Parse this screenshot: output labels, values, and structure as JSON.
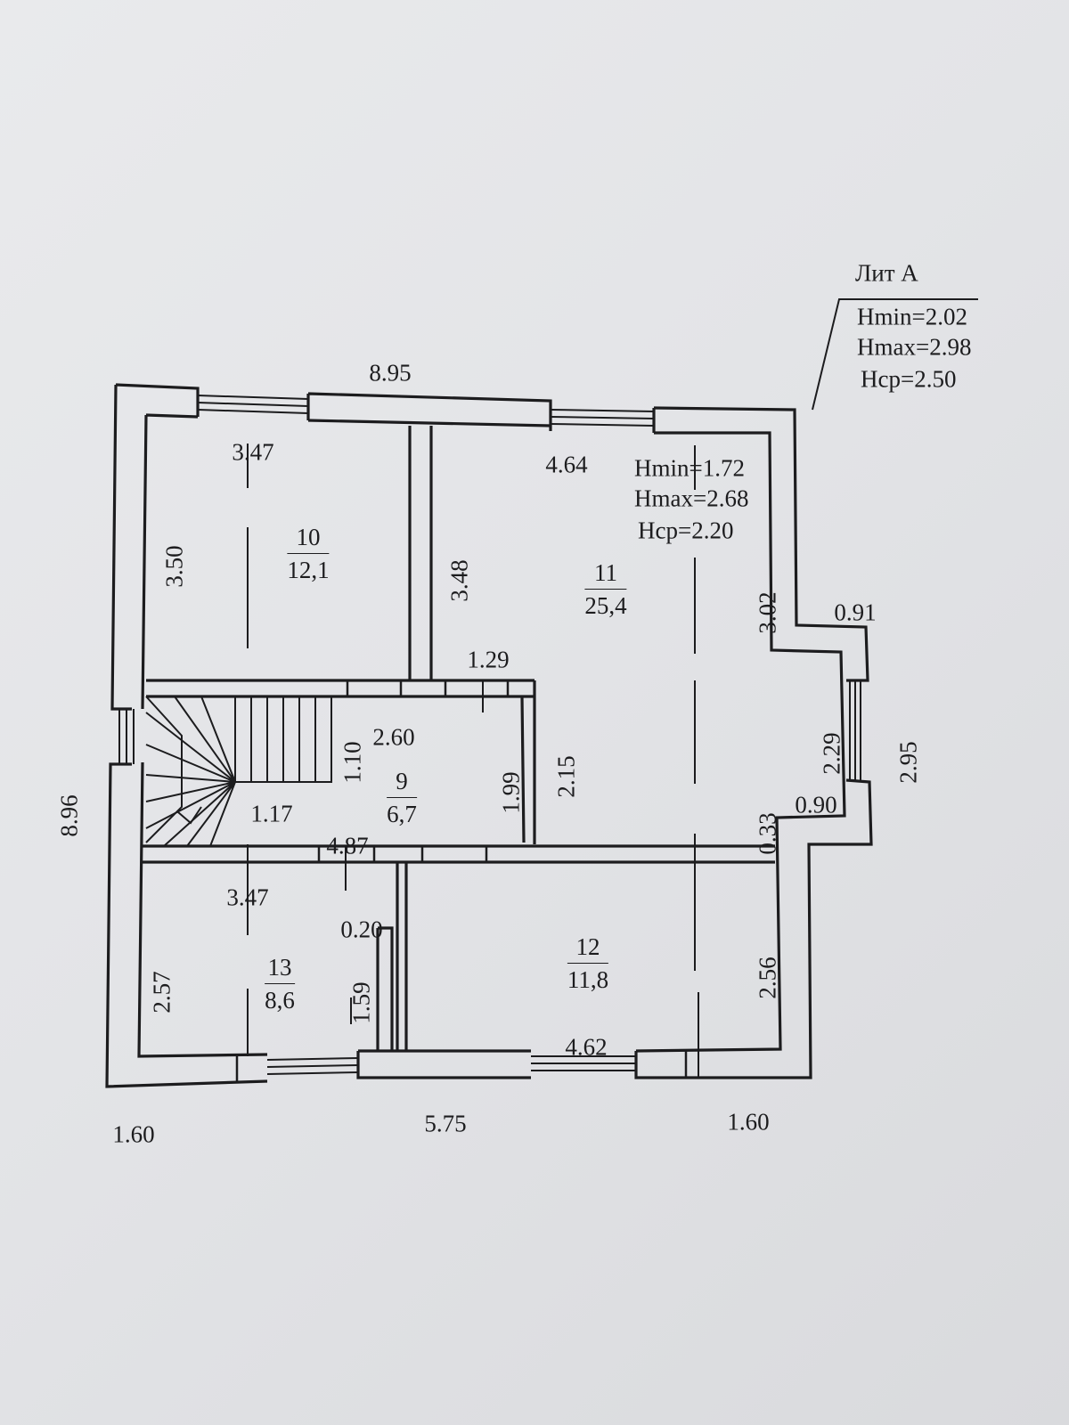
{
  "lit": {
    "title": "Лит А",
    "hmin": "Hmin=2.02",
    "hmax": "Hmax=2.98",
    "hcp": "Hср=2.50"
  },
  "room11_heights": {
    "hmin": "Hmin=1.72",
    "hmax": "Hmax=2.68",
    "hcp": "Hср=2.20"
  },
  "rooms": {
    "r10": {
      "number": "10",
      "area": "12,1"
    },
    "r11": {
      "number": "11",
      "area": "25,4"
    },
    "r9": {
      "number": "9",
      "area": "6,7"
    },
    "r12": {
      "number": "12",
      "area": "11,8"
    },
    "r13": {
      "number": "13",
      "area": "8,6"
    }
  },
  "dims": {
    "top_total": "8.95",
    "r10_width": "3.47",
    "r10_height": "3.50",
    "r11_width": "4.64",
    "r11_height": "3.48",
    "r11_right_height": "3.02",
    "step_right_top": "0.91",
    "corridor_width": "1.29",
    "r9_width": "2.60",
    "r9_height": "1.10",
    "r9_inner_width": "1.17",
    "r9_side": "1.99",
    "r9_right": "2.15",
    "bay_height": "2.29",
    "bay_outer": "2.95",
    "bay_step": "0.90",
    "small_step": "0.33",
    "left_total": "8.96",
    "mid_width": "4.87",
    "r13_width": "3.47",
    "wall_thin": "0.20",
    "r13_height": "2.57",
    "closet_height": "1.59",
    "r12_height": "2.56",
    "r12_width": "4.62",
    "bottom_left": "1.60",
    "bottom_mid": "5.75",
    "bottom_right": "1.60"
  },
  "colors": {
    "ink": "#1c1c1e",
    "paper": "#e6e7e9"
  }
}
